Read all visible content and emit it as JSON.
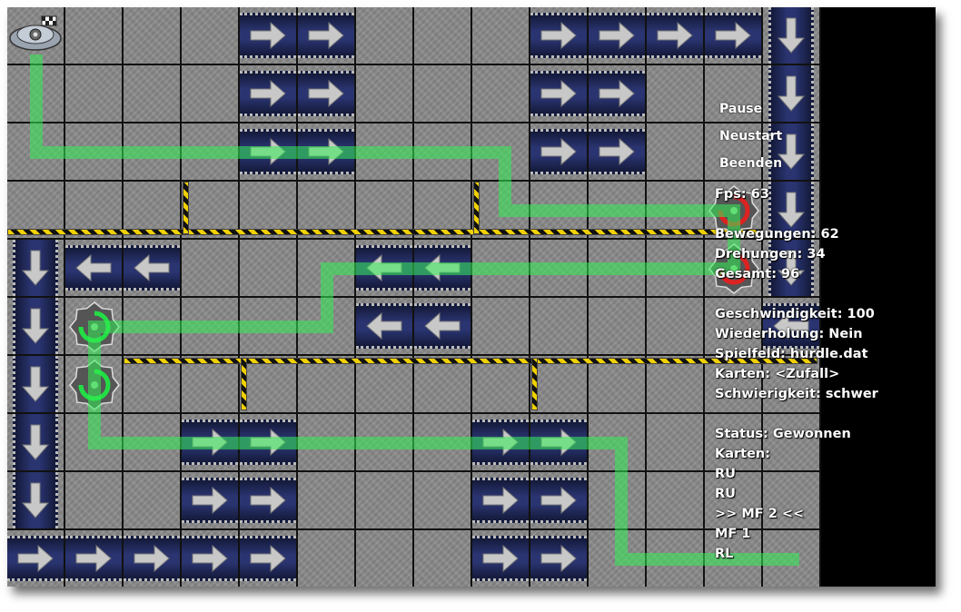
{
  "menu": {
    "pause": "Pause",
    "restart": "Neustart",
    "quit": "Beenden"
  },
  "stats": {
    "fps": "Fps: 63",
    "moves": "Bewegungen: 62",
    "rotations": "Drehungen: 34",
    "total": "Gesamt: 96"
  },
  "settings": {
    "speed": "Geschwindigkeit: 100",
    "repeat": "Wiederholung: Nein",
    "board": "Spielfeld: hurdle.dat",
    "cards": "Karten: <Zufall>",
    "difficulty": "Schwierigkeit: schwer"
  },
  "status": {
    "state": "Status: Gewonnen",
    "cards_label": "Karten:",
    "card_list": [
      "RU",
      "RU",
      ">> MF 2 <<",
      "MF 1",
      "RL"
    ]
  },
  "colors": {
    "path": "#33ee55",
    "floor": "#8a8a8a",
    "conveyor": "#2a3470",
    "hazard_yellow": "#f0d000"
  },
  "icons": {
    "conveyor_arrow": "arrow-icon",
    "gear": "rotating-gear-icon",
    "robot": "robot-icon"
  }
}
